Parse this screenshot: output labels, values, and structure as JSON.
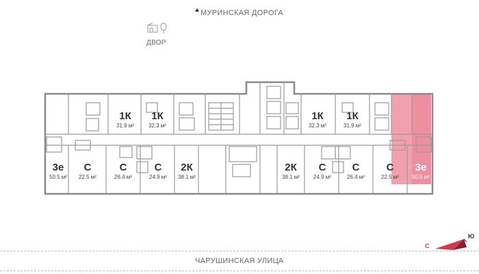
{
  "labels": {
    "road_top": "МУРИНСКАЯ ДОРОГА",
    "yard": "ДВОР",
    "street_bottom": "ЧАРУШИНСКАЯ УЛИЦА"
  },
  "compass": {
    "south": "С",
    "north": "Ю"
  },
  "colors": {
    "wall": "#8a8a8a",
    "highlight": "#f2a0ae",
    "accent": "#d2384f"
  },
  "apartments": [
    {
      "id": "apt-1k-a",
      "type": "1К",
      "area": "31.9 м²"
    },
    {
      "id": "apt-1k-b",
      "type": "1К",
      "area": "32.3 м²"
    },
    {
      "id": "apt-1k-c",
      "type": "1К",
      "area": "32.3 м²"
    },
    {
      "id": "apt-1k-d",
      "type": "1К",
      "area": "31.9 м²"
    },
    {
      "id": "apt-3e-left",
      "type": "3е",
      "area": "50.5 м²"
    },
    {
      "id": "apt-c-1",
      "type": "С",
      "area": "22.5 м²"
    },
    {
      "id": "apt-c-2",
      "type": "С",
      "area": "26.4 м²"
    },
    {
      "id": "apt-c-3",
      "type": "С",
      "area": "24.9 м²"
    },
    {
      "id": "apt-2k-a",
      "type": "2К",
      "area": "38.1 м²"
    },
    {
      "id": "apt-2k-b",
      "type": "2К",
      "area": "38.1 м²"
    },
    {
      "id": "apt-c-4",
      "type": "С",
      "area": "24.9 м²"
    },
    {
      "id": "apt-c-5",
      "type": "С",
      "area": "26.4 м²"
    },
    {
      "id": "apt-c-6",
      "type": "С",
      "area": "22.5 м²"
    },
    {
      "id": "apt-3e-right",
      "type": "3е",
      "area": "50.5 м²",
      "selected": true
    }
  ]
}
